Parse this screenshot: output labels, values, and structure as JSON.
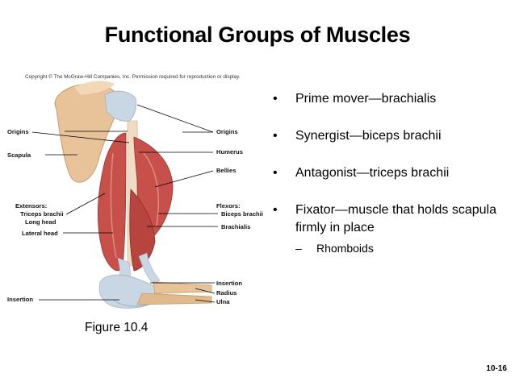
{
  "slide": {
    "title": "Functional Groups of Muscles",
    "copyright": "Copyright © The McGraw-Hill Companies, Inc. Permission required for reproduction or display.",
    "figure_caption": "Figure 10.4",
    "slide_number": "10-16"
  },
  "bullets": [
    {
      "text": "Prime mover—brachialis"
    },
    {
      "text": "Synergist—biceps brachii"
    },
    {
      "text": "Antagonist—triceps brachii"
    },
    {
      "text": "Fixator—muscle that holds scapula firmly in place",
      "sub": [
        {
          "text": "Rhomboids"
        }
      ]
    }
  ],
  "bullet_glyph": "•",
  "sub_glyph": "–",
  "figure_labels": {
    "left": {
      "origins": "Origins",
      "scapula": "Scapula",
      "extensors": "Extensors:",
      "triceps_brachii": "Triceps brachii",
      "long_head": "Long head",
      "lateral_head": "Lateral head",
      "insertion": "Insertion"
    },
    "right": {
      "origins": "Origins",
      "humerus": "Humerus",
      "bellies": "Bellies",
      "flexors": "Flexors:",
      "biceps_brachii": "Biceps brachii",
      "brachialis": "Brachialis",
      "insertion": "Insertion",
      "radius": "Radius",
      "ulna": "Ulna"
    }
  },
  "colors": {
    "muscle": "#c8504a",
    "muscle_dark": "#9c3530",
    "bone": "#e8c39a",
    "tendon": "#c9d6e3"
  }
}
